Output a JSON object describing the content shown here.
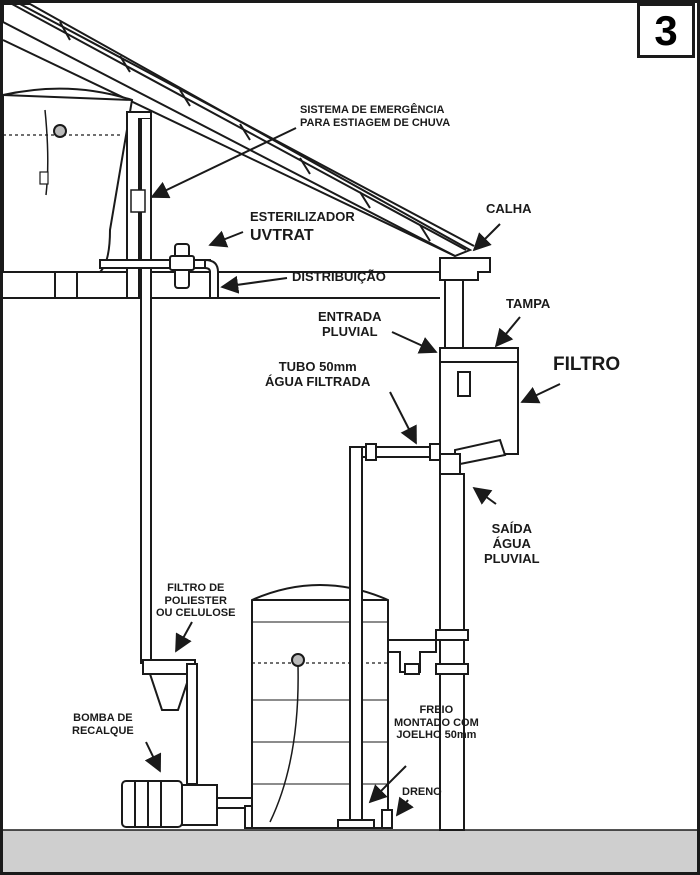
{
  "page_number": "3",
  "labels": {
    "sistema_emergencia": "SISTEMA DE EMERGÊNCIA\nPARA ESTIAGEM DE CHUVA",
    "esterilizador": "ESTERILIZADOR",
    "uvtrat": "UVTRAT",
    "distribuicao": "DISTRIBUIÇÃO",
    "calha": "CALHA",
    "entrada_pluvial": "ENTRADA\nPLUVIAL",
    "tampa": "TAMPA",
    "filtro": "FILTRO",
    "tubo": "TUBO 50mm\nÁGUA FILTRADA",
    "saida": "SAÍDA\nÁGUA\nPLUVIAL",
    "filtro_poliester": "FILTRO DE\nPOLIESTER\nOU CELULOSE",
    "bomba": "BOMBA DE\nRECALQUE",
    "freio": "FREIO\nMONTADO COM\nJOELHO 50mm",
    "dreno": "DRENO"
  },
  "colors": {
    "line": "#1a1a1a",
    "ground": "#cfcfcf",
    "pipe": "#ffffff"
  }
}
